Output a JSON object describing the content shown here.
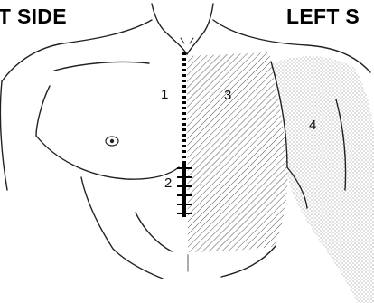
{
  "labels": {
    "right_side": "HT SIDE",
    "left_side": "LEFT S"
  },
  "regions": [
    {
      "number": "1",
      "fill": "dotted-line"
    },
    {
      "number": "2",
      "fill": "crosshatch-bar"
    },
    {
      "number": "3",
      "fill": "diagonal-hatch"
    },
    {
      "number": "4",
      "fill": "stipple"
    }
  ]
}
